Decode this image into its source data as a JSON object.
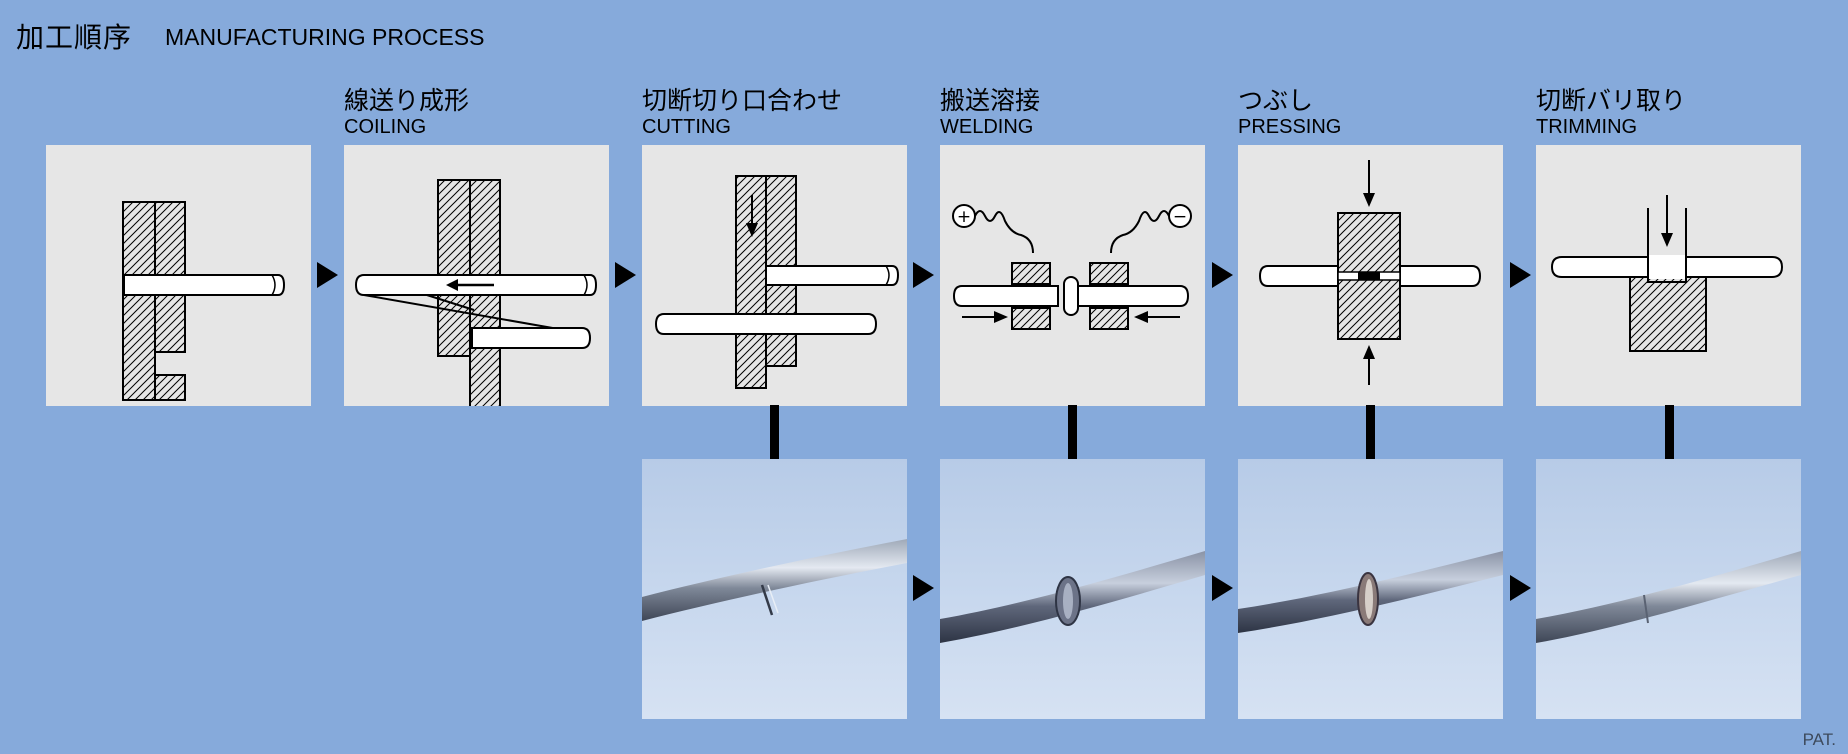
{
  "header": {
    "title_jp": "加工順序",
    "title_en": "MANUFACTURING PROCESS"
  },
  "steps": [
    {
      "jp": "",
      "en": ""
    },
    {
      "jp": "線送り成形",
      "en": "COILING"
    },
    {
      "jp": "切断切り口合わせ",
      "en": "CUTTING"
    },
    {
      "jp": "搬送溶接",
      "en": "WELDING"
    },
    {
      "jp": "つぶし",
      "en": "PRESSING"
    },
    {
      "jp": "切断バリ取り",
      "en": "TRIMMING"
    }
  ],
  "welding_symbols": {
    "plus": "+",
    "minus": "−"
  },
  "footer": {
    "mark": "PAT."
  },
  "colors": {
    "background": "#86aadb",
    "panel": "#e6e6e6",
    "photo": "#c8d8ee"
  }
}
